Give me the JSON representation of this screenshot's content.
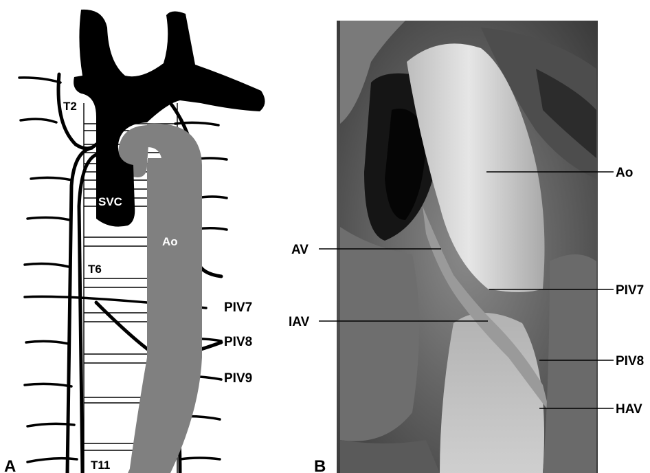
{
  "panel_a": {
    "letter": "A",
    "vertebrae": {
      "top": "T2",
      "middle": "T6",
      "bottom": "T11"
    },
    "vessels": {
      "svc": "SVC",
      "aorta": "Ao"
    },
    "veins": [
      "PIV7",
      "PIV8",
      "PIV9"
    ],
    "colors": {
      "vessel_black": "#000000",
      "aorta_gray": "#808080"
    }
  },
  "panel_b": {
    "letter": "B",
    "photo_description_icon": "dissection-photo",
    "labels_right": [
      "Ao",
      "PIV7",
      "PIV8",
      "HAV"
    ],
    "labels_left": [
      "AV",
      "IAV"
    ]
  }
}
